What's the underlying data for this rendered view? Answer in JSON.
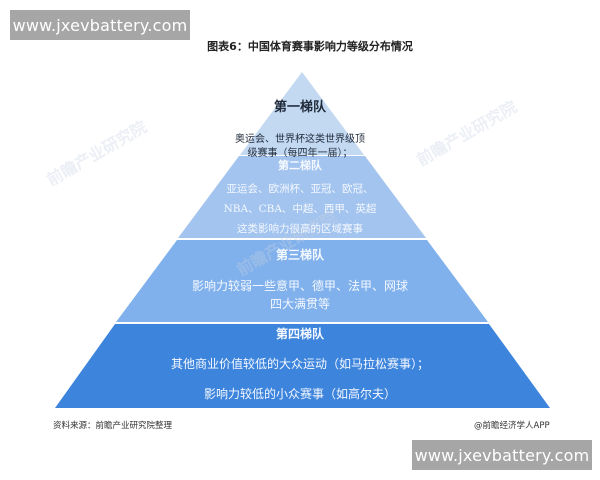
{
  "site_badge": {
    "text": "www.jxevbattery.com"
  },
  "title": "图表6：中国体育赛事影响力等级分布情况",
  "colors": {
    "tier1": "#c3d9f2",
    "tier2": "#a3c4ee",
    "tier3": "#80b1ec",
    "tier4": "#3d84dc",
    "separator": "#eaf3ff"
  },
  "tiers": [
    {
      "heading": "第一梯队",
      "lines": [
        "奥运会、世界杯这类世界级顶",
        "级赛事（每四年一届）；"
      ]
    },
    {
      "heading": "第二梯队",
      "lines": [
        "亚运会、欧洲杯、亚冠、欧冠、",
        "NBA、CBA、中超、西甲、英超",
        "这类影响力很高的区域赛事"
      ]
    },
    {
      "heading": "第三梯队",
      "lines": [
        "影响力较弱一些意甲、德甲、法甲、网球",
        "四大满贯等"
      ]
    },
    {
      "heading": "第四梯队",
      "lines": [
        "其他商业价值较低的大众运动（如马拉松赛事）；",
        "影响力较低的小众赛事（如高尔夫）"
      ]
    }
  ],
  "watermark": "前瞻产业研究院",
  "footer": {
    "source": "资料来源：前瞻产业研究院整理",
    "credit": "@前瞻经济学人APP"
  }
}
